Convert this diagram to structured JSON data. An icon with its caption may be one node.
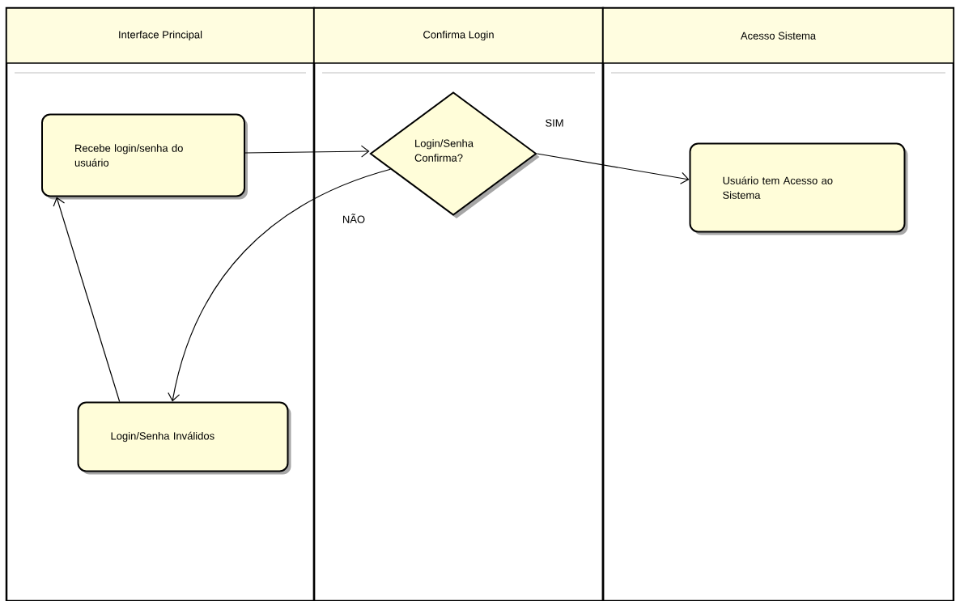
{
  "diagram": {
    "nodes": [
      {
        "text": [
          "Interface Principal"
        ]
      },
      {
        "text": [
          "Confirma Login"
        ]
      },
      {
        "text": [
          "Acesso Sistema"
        ]
      },
      {
        "text": [
          "Recebe login/senha do usuário"
        ],
        "in": 0
      },
      {
        "text": [
          "Login/Senha Confirma?"
        ],
        "in": 1
      },
      {
        "text": [
          "Usuário tem Acesso ao Sistema"
        ],
        "in": 2
      },
      {
        "text": [
          "Login/Senha Inválidos"
        ],
        "in": 0
      }
    ],
    "edges": [
      {
        "from": 3,
        "to": 4,
        "arrow": "to"
      },
      {
        "from": 4,
        "to": 5,
        "arrow": "to",
        "label": "SIM"
      },
      {
        "from": 4,
        "to": 6,
        "arrow": "to",
        "label": "NÃO"
      },
      {
        "from": 6,
        "to": 3,
        "arrow": "to"
      }
    ]
  }
}
